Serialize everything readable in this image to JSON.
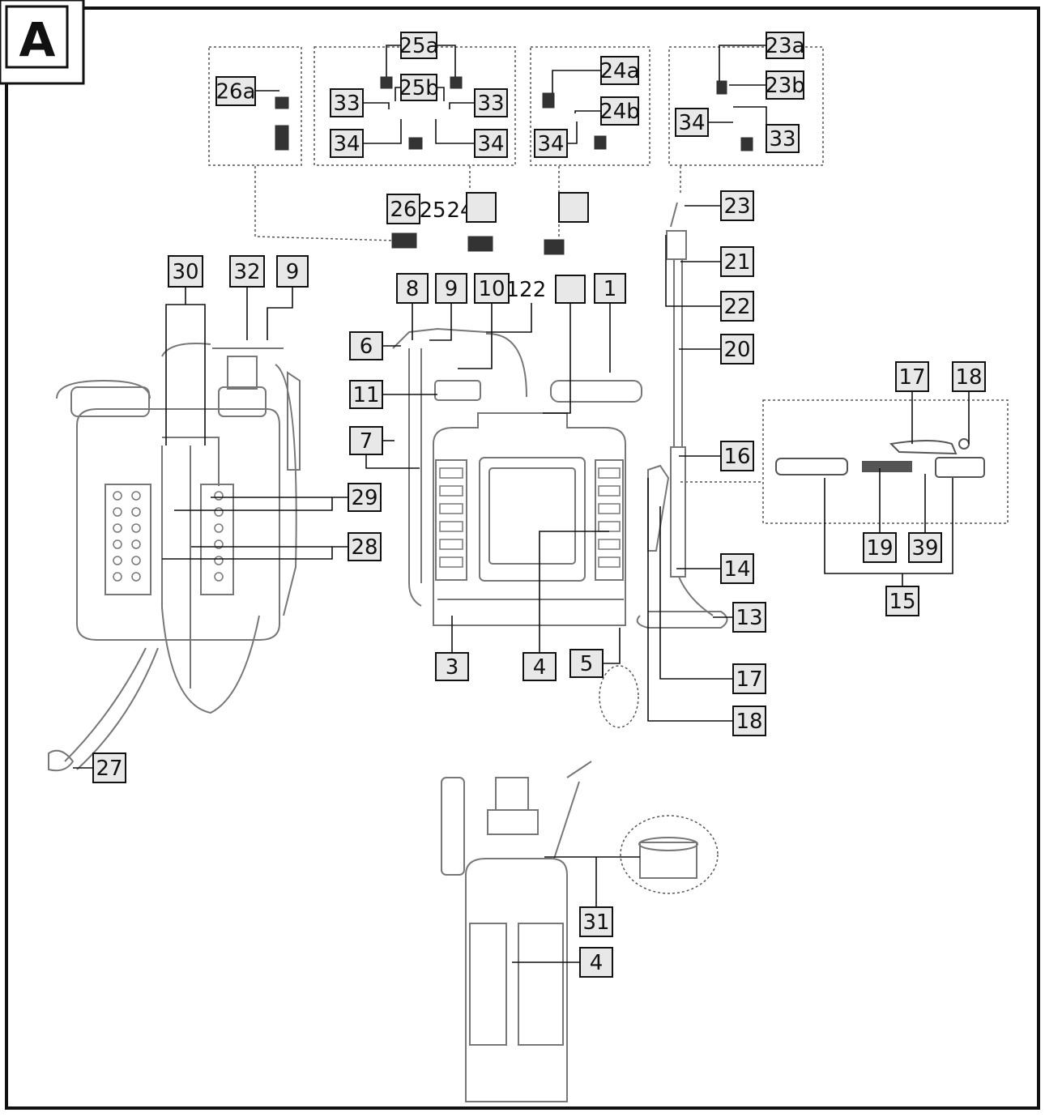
{
  "figure": {
    "panel_letter": "A",
    "labels": [
      "1",
      "2",
      "3",
      "4",
      "5",
      "6",
      "7",
      "8",
      "9",
      "10",
      "11",
      "12",
      "13",
      "14",
      "15",
      "16",
      "17",
      "18",
      "19",
      "20",
      "21",
      "22",
      "23",
      "23a",
      "23b",
      "24",
      "24a",
      "24b",
      "25",
      "25a",
      "25b",
      "26",
      "26a",
      "27",
      "28",
      "29",
      "30",
      "31",
      "32",
      "33",
      "34",
      "39"
    ]
  }
}
